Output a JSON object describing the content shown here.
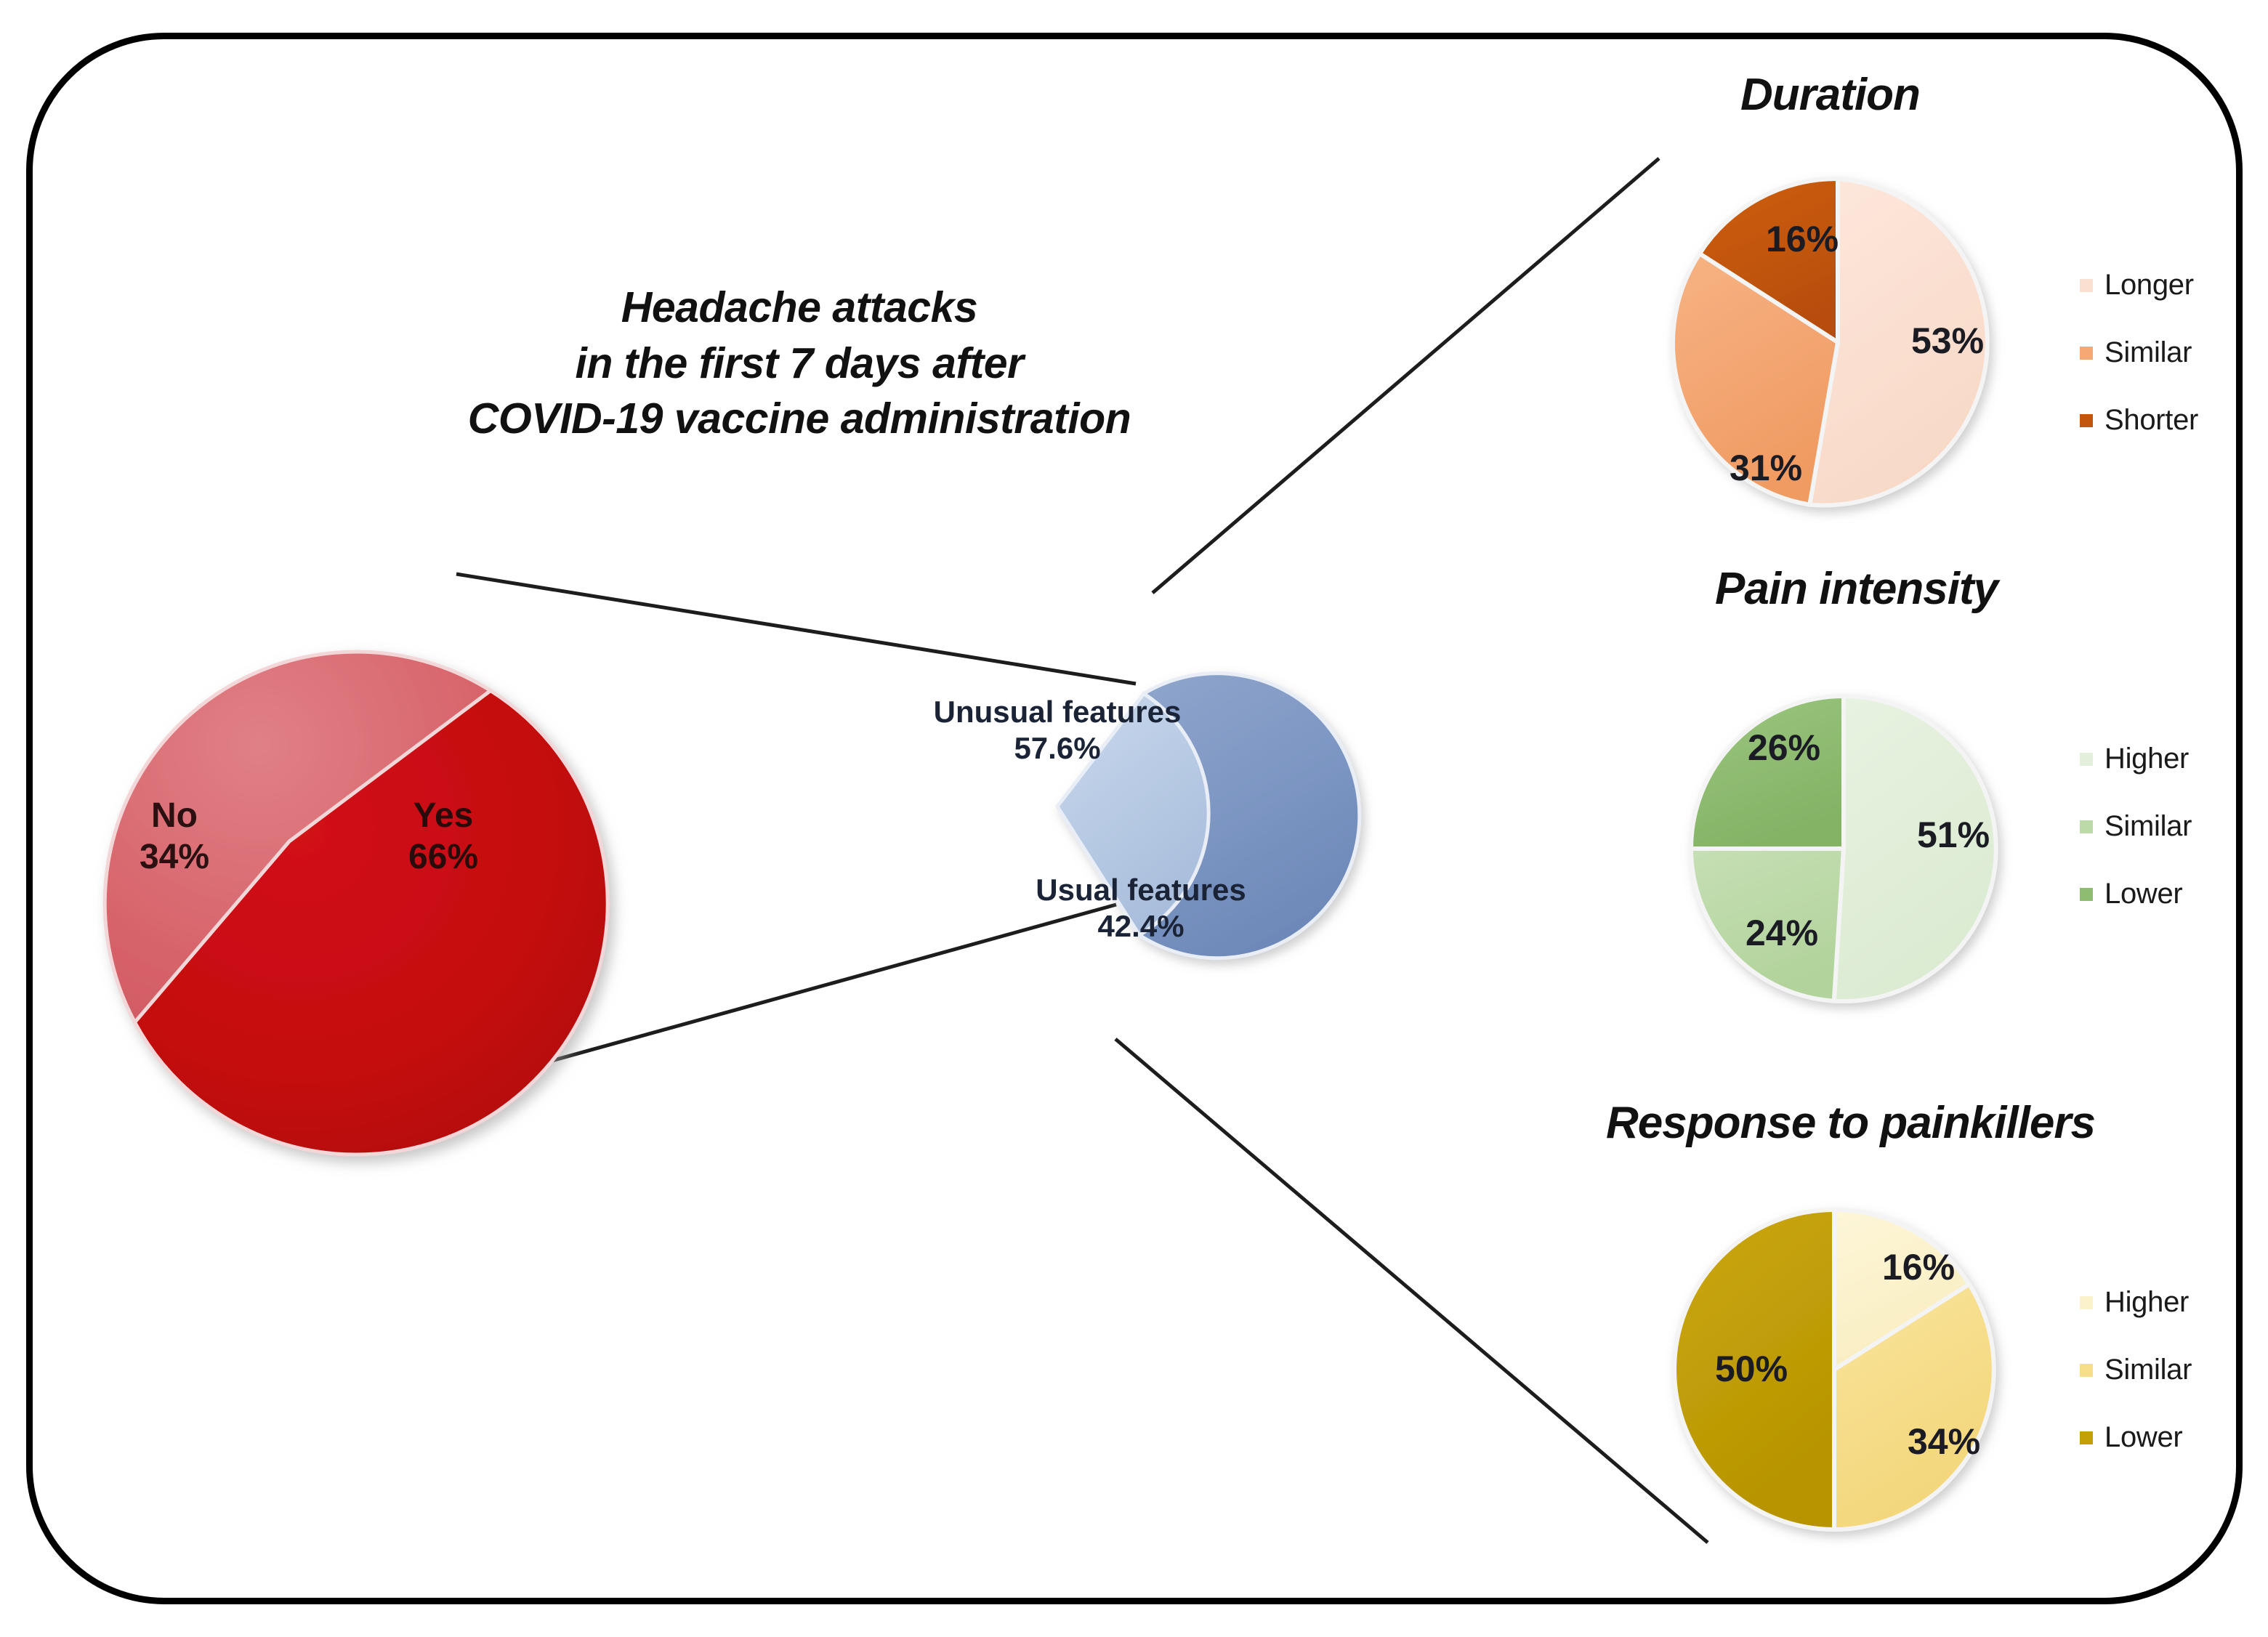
{
  "figure": {
    "center_title": "Headache attacks\nin the first 7 days after\nCOVID-19 vaccine administration",
    "center_title_line1": "Headache attacks",
    "center_title_line2": "in the first 7 days after",
    "center_title_line3": "COVID-19 vaccine administration",
    "frame_color": "#000000",
    "background": "#ffffff"
  },
  "chart_data": [
    {
      "id": "headache-occurrence",
      "type": "pie",
      "title": "",
      "categories": [
        "Yes",
        "No"
      ],
      "values": [
        66,
        34
      ],
      "labels": [
        "Yes\n66%",
        "No\n34%"
      ],
      "value_labels": [
        "66%",
        "34%"
      ],
      "colors": [
        "#C00000",
        "#D9636A"
      ],
      "legend": false,
      "slice_label_yes_name": "Yes",
      "slice_label_yes_pct": "66%",
      "slice_label_no_name": "No",
      "slice_label_no_pct": "34%"
    },
    {
      "id": "headache-features",
      "type": "pie",
      "title": "",
      "categories": [
        "Unusual features",
        "Usual features"
      ],
      "values": [
        57.6,
        42.4
      ],
      "value_labels": [
        "57.6%",
        "42.4%"
      ],
      "colors": [
        "#7A96C2",
        "#B9CCE5"
      ],
      "legend": false,
      "slice_label_unusual_name": "Unusual features",
      "slice_label_unusual_pct": "57.6%",
      "slice_label_usual_name": "Usual features",
      "slice_label_usual_pct": "42.4%"
    },
    {
      "id": "duration",
      "type": "pie",
      "title": "Duration",
      "categories": [
        "Longer",
        "Similar",
        "Shorter"
      ],
      "values": [
        53,
        31,
        16
      ],
      "value_labels": [
        "53%",
        "31%",
        "16%"
      ],
      "colors": [
        "#FBE0D2",
        "#F5A873",
        "#C2560E"
      ],
      "legend": true,
      "legend_position": "right"
    },
    {
      "id": "pain-intensity",
      "type": "pie",
      "title": "Pain intensity",
      "categories": [
        "Higher",
        "Similar",
        "Lower"
      ],
      "values": [
        51,
        24,
        26
      ],
      "value_labels": [
        "51%",
        "24%",
        "26%"
      ],
      "colors": [
        "#E2EFDA",
        "#BCD9A8",
        "#8EBD71"
      ],
      "legend": true,
      "legend_position": "right"
    },
    {
      "id": "response-to-painkillers",
      "type": "pie",
      "title": "Response to painkillers",
      "categories": [
        "Higher",
        "Similar",
        "Lower"
      ],
      "values": [
        16,
        34,
        50
      ],
      "value_labels": [
        "16%",
        "34%",
        "50%"
      ],
      "colors": [
        "#FBF2CC",
        "#F7DE8B",
        "#C3A007"
      ],
      "legend": true,
      "legend_position": "right"
    }
  ],
  "duration": {
    "title": "Duration",
    "legend": [
      {
        "label": "Longer",
        "color": "#FBE0D2"
      },
      {
        "label": "Similar",
        "color": "#F5A873"
      },
      {
        "label": "Shorter",
        "color": "#C2560E"
      }
    ],
    "slices": [
      {
        "label": "53%"
      },
      {
        "label": "31%"
      },
      {
        "label": "16%"
      }
    ]
  },
  "pain_intensity": {
    "title": "Pain intensity",
    "legend": [
      {
        "label": "Higher",
        "color": "#E2EFDA"
      },
      {
        "label": "Similar",
        "color": "#BCD9A8"
      },
      {
        "label": "Lower",
        "color": "#8EBD71"
      }
    ],
    "slices": [
      {
        "label": "51%"
      },
      {
        "label": "24%"
      },
      {
        "label": "26%"
      }
    ]
  },
  "painkillers": {
    "title": "Response to painkillers",
    "legend": [
      {
        "label": "Higher",
        "color": "#FBF2CC"
      },
      {
        "label": "Similar",
        "color": "#F7DE8B"
      },
      {
        "label": "Lower",
        "color": "#C3A007"
      }
    ],
    "slices": [
      {
        "label": "16%"
      },
      {
        "label": "34%"
      },
      {
        "label": "50%"
      }
    ]
  },
  "main_pie": {
    "yes_label": "Yes",
    "yes_value": "66%",
    "no_label": "No",
    "no_value": "34%"
  },
  "features_pie": {
    "unusual_label": "Unusual features",
    "unusual_value": "57.6%",
    "usual_label": "Usual features",
    "usual_value": "42.4%"
  }
}
